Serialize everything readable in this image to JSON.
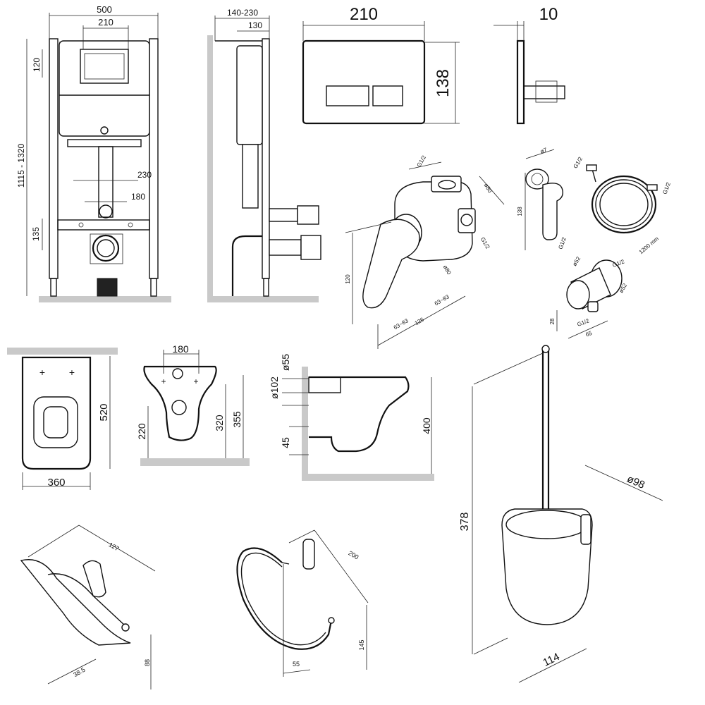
{
  "installation_frame": {
    "width": "500",
    "button_plate_width": "210",
    "total_height": "1115 - 1320",
    "top_offset": "120",
    "pipe_spacing_outer": "230",
    "pipe_spacing_inner": "180",
    "drain_height": "135"
  },
  "frame_side_view": {
    "depth": "140-230",
    "depth_fixed": "130"
  },
  "flush_plate": {
    "width": "210",
    "height": "138",
    "thickness": "10"
  },
  "mixer": {
    "thread_top": "G1/2",
    "thread_side": "G1/2",
    "body_diameter": "ø80",
    "flange_diameter": "ø80",
    "height": "120",
    "length": "126",
    "depth_a": "63~83",
    "depth_b": "63~83"
  },
  "hygienic_shower": {
    "head_diameter": "ø7",
    "length": "138",
    "thread": "G1/2"
  },
  "hose": {
    "thread_left": "G1/2",
    "thread_right": "G1/2",
    "length": "1200 mm"
  },
  "wall_outlet": {
    "diameter": "ø52",
    "thread_out": "G1/2",
    "thread_in": "G1/2",
    "height": "28",
    "width": "65",
    "flange": "ø52"
  },
  "toilet_top": {
    "length": "520",
    "width": "360"
  },
  "toilet_back": {
    "width": "180",
    "height_inlet": "220",
    "height_outlet": "320",
    "height_total": "355"
  },
  "toilet_side": {
    "inlet_diameter": "ø55",
    "outlet_diameter": "ø102",
    "offset": "45",
    "height": "400"
  },
  "brush_holder": {
    "height": "378",
    "diameter": "ø98",
    "width": "114"
  },
  "paper_holder": {
    "width": "127",
    "height": "88",
    "depth": "38.5"
  },
  "towel_ring": {
    "width": "200",
    "height": "145",
    "depth": "55"
  }
}
